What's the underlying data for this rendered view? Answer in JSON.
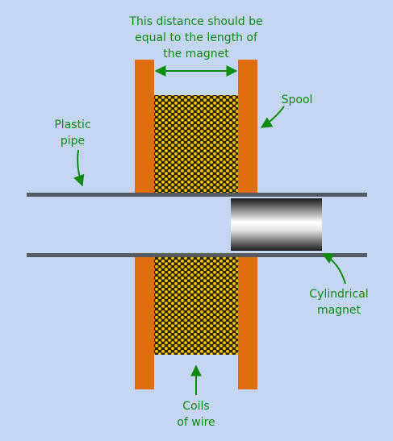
{
  "labels": {
    "distance": {
      "line1": "This distance should be",
      "line2": "equal to the length of",
      "line3": "the magnet"
    },
    "spool": "Spool",
    "plastic_pipe": {
      "line1": "Plastic",
      "line2": "pipe"
    },
    "cylindrical_magnet": {
      "line1": "Cylindrical",
      "line2": "magnet"
    },
    "coils_of_wire": {
      "line1": "Coils",
      "line2": "of wire"
    }
  },
  "colors": {
    "background": "#c5d6f3",
    "spool": "#e26d0c",
    "pipe": "#555a63",
    "coil_wire": "#f0c400",
    "coil_outline": "#7a6200",
    "label": "#0e8a0e"
  }
}
